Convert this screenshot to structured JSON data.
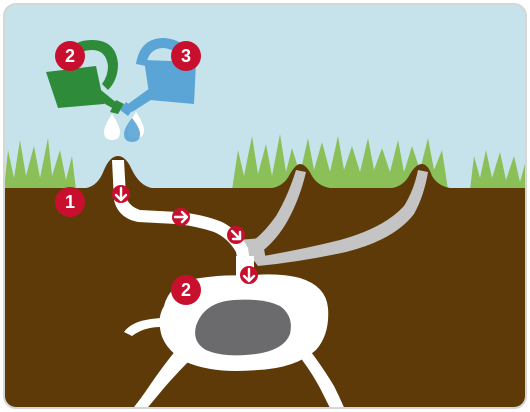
{
  "colors": {
    "sky": "#c6e3ec",
    "grass": "#8bbf57",
    "grass_dark": "#6fa544",
    "soil": "#5e3a08",
    "tunnel_white": "#ffffff",
    "tunnel_grey": "#c4c4c4",
    "chamber_blob": "#6b6b6d",
    "badge_red": "#c8102e",
    "can_green": "#2e8b3a",
    "can_blue": "#5aa4d6",
    "water_drop": "#ffffff",
    "border": "#d6d6d6"
  },
  "badges": {
    "green_can": "2",
    "blue_can": "3",
    "nest_entrance": "1",
    "nest_chamber": "2"
  },
  "icons": [
    "watering-can-icon",
    "water-drop-icon",
    "flow-arrow-icon"
  ]
}
